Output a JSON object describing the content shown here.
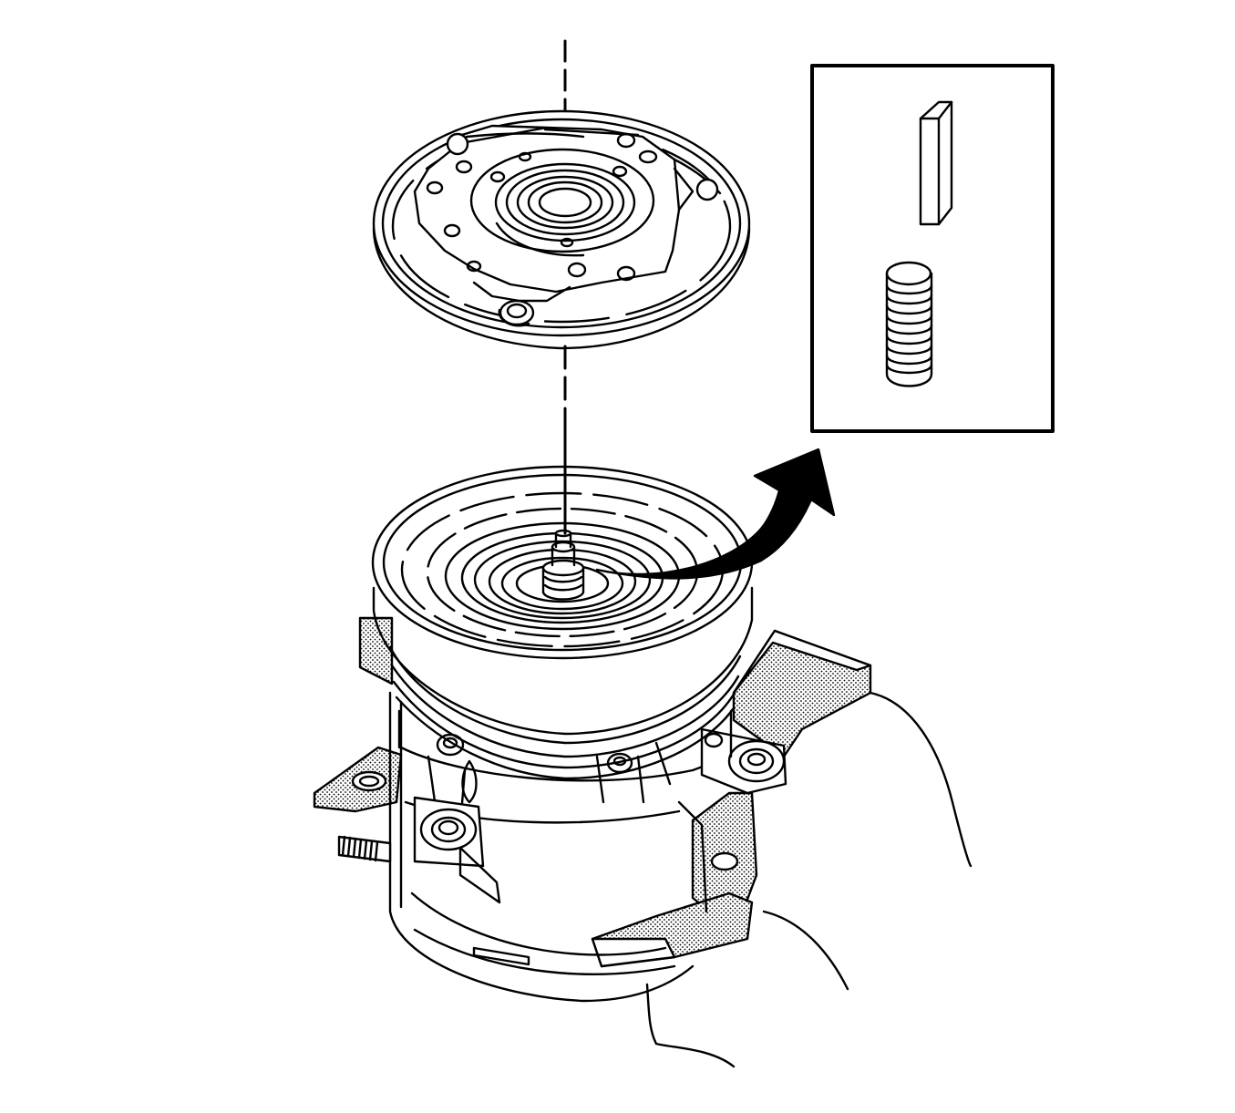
{
  "diagram": {
    "subject": "clutch-plate-removal",
    "colors": {
      "ink": "#000000",
      "paper": "#ffffff",
      "stipple": "#c8c8c8"
    },
    "icons": [
      "clutch-plate",
      "compressor-pulley",
      "shaft",
      "key",
      "shim-stack",
      "holding-tool",
      "hand",
      "callout-arrow"
    ]
  }
}
